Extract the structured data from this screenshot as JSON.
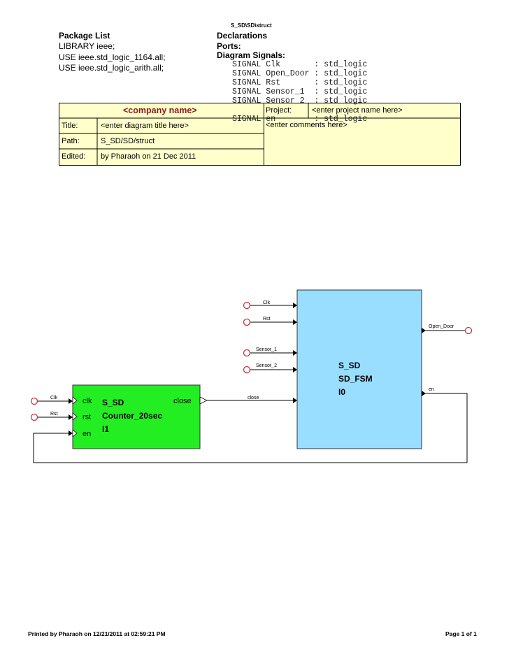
{
  "page_header": "S_SD\\SD\\struct",
  "package_list": {
    "heading": "Package List",
    "lines": [
      "LIBRARY ieee;",
      "USE ieee.std_logic_1164.all;",
      "USE ieee.std_logic_arith.all;"
    ]
  },
  "declarations": {
    "heading": "Declarations",
    "ports_label": "Ports:",
    "signals_label": "Diagram Signals:",
    "signals": [
      "SIGNAL Clk       : std_logic",
      "SIGNAL Open_Door : std_logic",
      "SIGNAL Rst       : std_logic",
      "SIGNAL Sensor_1  : std_logic",
      "SIGNAL Sensor_2  : std_logic",
      "SIGNAL en        : std_logic"
    ]
  },
  "title_block": {
    "company": "<company name>",
    "title_label": "Title:",
    "title_value": "<enter diagram title here>",
    "path_label": "Path:",
    "path_value": "S_SD/SD/struct",
    "edited_label": "Edited:",
    "edited_value": "by Pharaoh on 21 Dec 2011",
    "project_label": "Project:",
    "project_value": "<enter project name here>",
    "comments_value": "<enter comments here>"
  },
  "fsm_block": {
    "library": "S_SD",
    "entity": "SD_FSM",
    "instance": "I0",
    "color": "#99ddff",
    "inputs": [
      "Clk",
      "Rst",
      "Sensor_1",
      "Sensor_2",
      "close"
    ],
    "outputs": [
      "Open_Door",
      "en"
    ]
  },
  "counter_block": {
    "library": "S_SD",
    "entity": "Counter_20sec",
    "instance": "I1",
    "color": "#22ee22",
    "ports": {
      "clk": "clk",
      "rst": "rst",
      "en": "en",
      "close": "close"
    }
  },
  "external_ports": {
    "clk": "Clk",
    "rst": "Rst"
  },
  "signal_labels": {
    "close": "close",
    "en": "en"
  },
  "footer": {
    "printed": "Printed by Pharaoh on 12/21/2011 at 02:59:21 PM",
    "page": "Page 1 of 1"
  }
}
